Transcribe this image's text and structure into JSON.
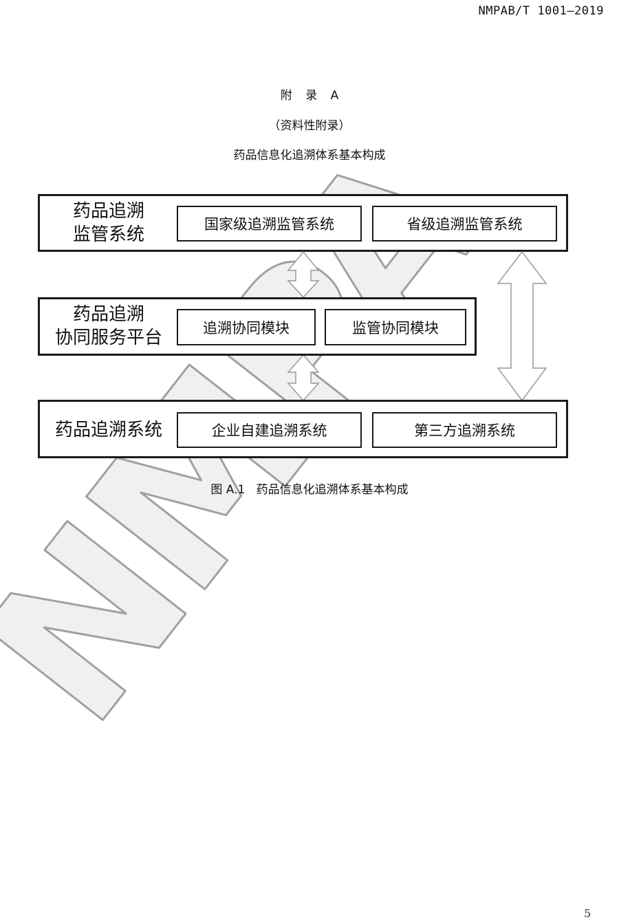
{
  "header": {
    "standard_code": "NMPAB/T 1001—2019"
  },
  "appendix": {
    "label": "附 录 A",
    "note": "（资料性附录）",
    "title": "药品信息化追溯体系基本构成"
  },
  "diagram": {
    "layers": [
      {
        "label_line1": "药品追溯",
        "label_line2": "监管系统",
        "modules": [
          "国家级追溯监管系统",
          "省级追溯监管系统"
        ]
      },
      {
        "label_line1": "药品追溯",
        "label_line2": "协同服务平台",
        "modules": [
          "追溯协同模块",
          "监管协同模块"
        ]
      },
      {
        "label_line1": "药品追溯系统",
        "modules": [
          "企业自建追溯系统",
          "第三方追溯系统"
        ]
      }
    ],
    "arrows": [
      {
        "from": "药品追溯监管系统",
        "to": "药品追溯协同服务平台",
        "type": "bidirectional"
      },
      {
        "from": "药品追溯协同服务平台",
        "to": "药品追溯系统",
        "type": "bidirectional"
      },
      {
        "from": "药品追溯监管系统",
        "to": "药品追溯系统",
        "type": "bidirectional"
      }
    ],
    "watermark_text": "NMPA",
    "colors": {
      "border": "#1a1a1a",
      "arrow": "#999999",
      "watermark_fill": "#efefef",
      "watermark_stroke": "#9a9a9a"
    }
  },
  "figure_caption": "图 A.1   药品信息化追溯体系基本构成",
  "page_number": "5"
}
